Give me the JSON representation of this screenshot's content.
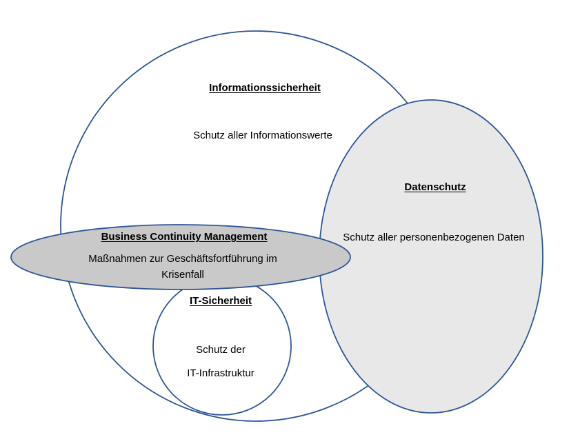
{
  "diagram": {
    "type": "venn",
    "informationssicherheit": {
      "title": "Informationssicherheit",
      "description": "Schutz aller Informationswerte"
    },
    "datenschutz": {
      "title": "Datenschutz",
      "description": "Schutz aller personenbezogenen Daten"
    },
    "business_continuity": {
      "title": "Business Continuity Management",
      "description_line1": "Maßnahmen zur Geschäftsfortführung im",
      "description_line2": "Krisenfall"
    },
    "it_sicherheit": {
      "title": "IT-Sicherheit",
      "description_line1": "Schutz der",
      "description_line2": "IT-Infrastruktur"
    }
  },
  "colors": {
    "background": "#FFFFFF",
    "outline": "#2F5597",
    "informationssicherheit_fill": "#FFFFFF",
    "it_sicherheit_fill": "#FFFFFF",
    "datenschutz_fill": "#E8E8E9",
    "business_continuity_fill": "#C9C9CA",
    "text": "#000000"
  }
}
